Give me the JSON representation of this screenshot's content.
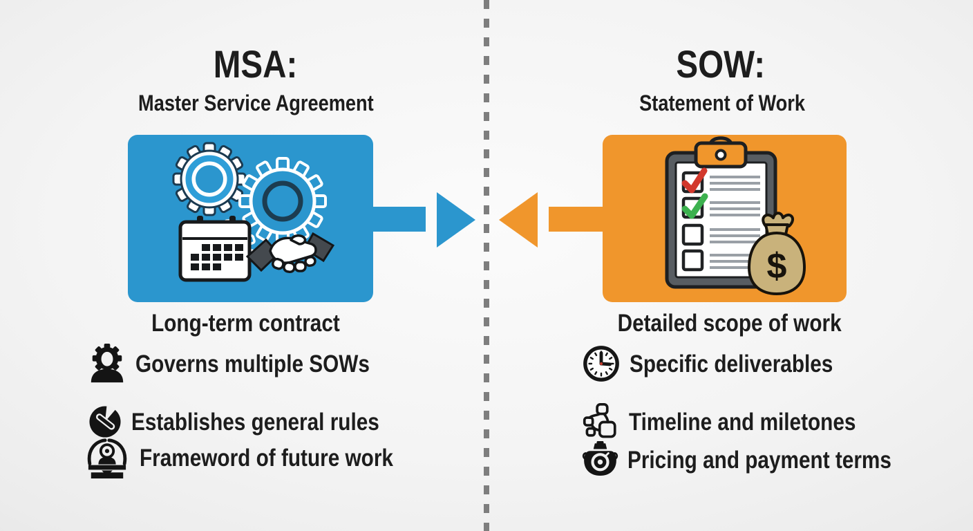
{
  "meta": {
    "description": "MSA vs SOW comparison infographic",
    "divider_color": "#7e7e7e",
    "text_color": "#1d1d1d"
  },
  "left_panel": {
    "title": "MSA:",
    "subtitle": "Master Service Agreement",
    "accent_color": "#2b96ce",
    "illustration": {
      "name": "gears-calendar-handshake",
      "icons": [
        "gear-icon",
        "gear-outline-icon",
        "small-gear-icon",
        "calendar-icon",
        "handshake-icon"
      ]
    },
    "caption": "Long-term contract",
    "bullets": [
      {
        "icon": "person-gear-icon",
        "label": "Governs multiple SOWs"
      },
      {
        "icon": "pie-chart-icon",
        "label": "Establishes general rules"
      },
      {
        "icon": "presenter-lectern-icon",
        "label": "Frameword of future work"
      }
    ]
  },
  "right_panel": {
    "title": "SOW:",
    "subtitle": "Statement of Work",
    "accent_color": "#f0962c",
    "illustration": {
      "name": "checklist-clipboard-money-bag",
      "icons": [
        "clipboard-icon",
        "checkbox-checked-red",
        "checkbox-checked-green",
        "checkbox-empty-icon",
        "checkbox-empty-icon",
        "money-bag-icon"
      ],
      "money_symbol": "$",
      "check_red": "#d2382c",
      "check_green": "#3cb14f",
      "bag_color": "#c9b27b"
    },
    "caption": "Detailed scope of work",
    "bullets": [
      {
        "icon": "clock-icon",
        "label": "Specific deliverables"
      },
      {
        "icon": "flowchart-icon",
        "label": "Timeline and miletones"
      },
      {
        "icon": "money-pouch-icon",
        "label": "Pricing and payment terms"
      }
    ]
  },
  "arrows": {
    "direction": "converging",
    "left_color": "#2b96ce",
    "right_color": "#f0962c"
  }
}
